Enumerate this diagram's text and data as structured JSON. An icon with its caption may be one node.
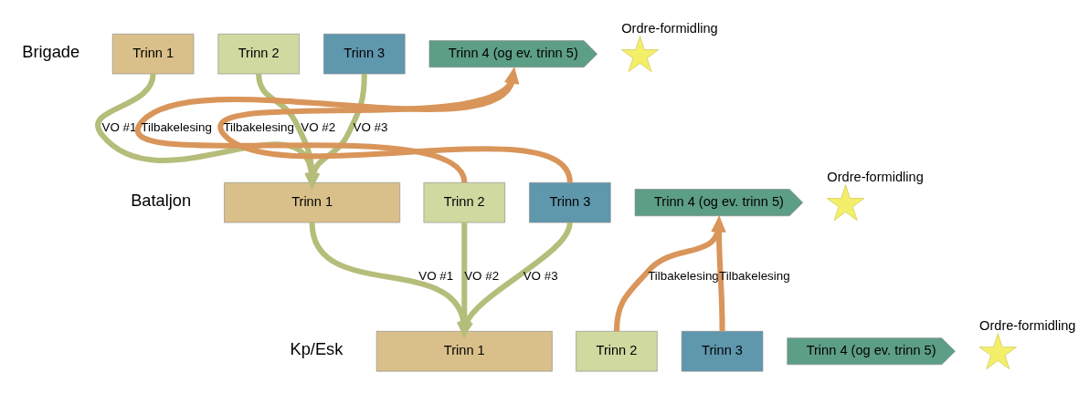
{
  "diagram": {
    "nodes": [
      {
        "text": [
          "Trinn 1"
        ]
      },
      {
        "text": [
          "Trinn 2"
        ]
      },
      {
        "text": [
          "Trinn 3"
        ]
      },
      {
        "text": [
          "Trinn 4 (og ev. trinn 5)"
        ]
      },
      {
        "text": [],
        "shape": "star",
        "beside": [
          "Ordre-formidling"
        ]
      },
      {
        "text": [
          "Trinn 1"
        ]
      },
      {
        "text": [
          "Trinn 2"
        ]
      },
      {
        "text": [
          "Trinn 3"
        ]
      },
      {
        "text": [
          "Trinn 4 (og ev. trinn 5)"
        ]
      },
      {
        "text": [],
        "shape": "star",
        "beside": [
          "Ordre-formidling"
        ]
      },
      {
        "text": [
          "Trinn 1"
        ]
      },
      {
        "text": [
          "Trinn 2"
        ]
      },
      {
        "text": [
          "Trinn 3"
        ]
      },
      {
        "text": [
          "Trinn 4 (og ev. trinn 5)"
        ]
      },
      {
        "text": [],
        "shape": "star",
        "beside": [
          "Ordre-formidling"
        ]
      }
    ],
    "edges": [
      {
        "from": 0,
        "to": 5,
        "arrow": "to",
        "label": "VO #1"
      },
      {
        "from": 1,
        "to": 5,
        "arrow": "to",
        "label": "VO #2"
      },
      {
        "from": 2,
        "to": 5,
        "arrow": "to",
        "label": "VO #3"
      },
      {
        "from": 6,
        "to": 3,
        "arrow": "to",
        "label": "Tilbakelesing",
        "color": "#d9955a"
      },
      {
        "from": 7,
        "to": 3,
        "arrow": "to",
        "label": "Tilbakelesing",
        "color": "#d9955a"
      },
      {
        "from": 5,
        "to": 10,
        "arrow": "to",
        "label": "VO #1"
      },
      {
        "from": 6,
        "to": 10,
        "arrow": "to",
        "label": "VO #2"
      },
      {
        "from": 7,
        "to": 10,
        "arrow": "to",
        "label": "VO #3"
      },
      {
        "from": 11,
        "to": 8,
        "arrow": "to",
        "label": "Tilbakelesing",
        "color": "#d9955a"
      },
      {
        "from": 12,
        "to": 8,
        "arrow": "to",
        "label": "Tilbakelesing",
        "color": "#d9955a"
      }
    ],
    "labels": [
      "Brigade",
      "Bataljon",
      "Kp/Esk"
    ]
  }
}
